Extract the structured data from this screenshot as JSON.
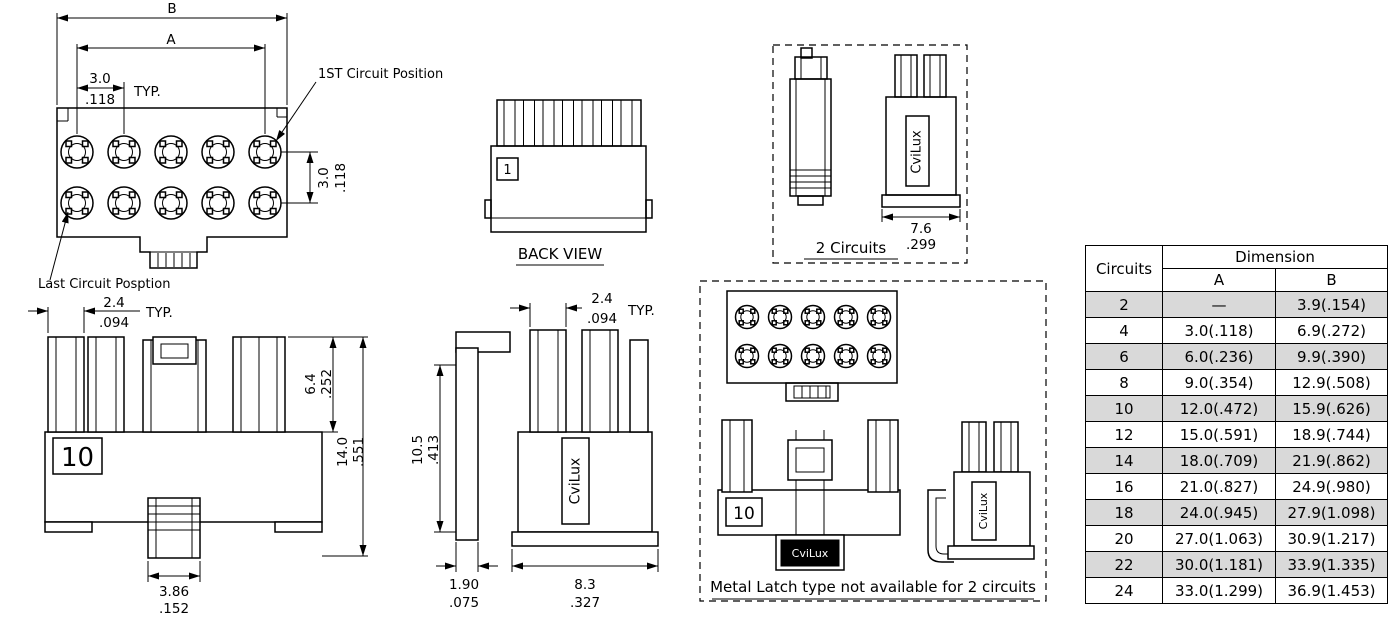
{
  "brand": "CviLux",
  "front_view": {
    "dim_b_label": "B",
    "dim_a_label": "A",
    "pitch_mm": "3.0",
    "pitch_in": ".118",
    "typ_label": "TYP.",
    "row_pitch_mm": "3.0",
    "row_pitch_in": ".118",
    "first_circuit_label": "1ST Circuit Position",
    "last_circuit_label": "Last Circuit Posption"
  },
  "back_view": {
    "title": "BACK VIEW",
    "position_one": "1"
  },
  "two_circuits_view": {
    "caption": "2 Circuits",
    "width_mm": "7.6",
    "width_in": ".299"
  },
  "side_view_a": {
    "slot_mm": "2.4",
    "slot_in": ".094",
    "typ_label": "TYP.",
    "channel_height_mm": "6.4",
    "channel_height_in": ".252",
    "total_height_mm": "14.0",
    "total_height_in": ".551",
    "latch_width_mm": "3.86",
    "latch_width_in": ".152",
    "position_label": "10"
  },
  "side_view_b": {
    "slot_mm": "2.4",
    "slot_in": ".094",
    "typ_label": "TYP.",
    "height_mm": "10.5",
    "height_in": ".413",
    "latch_mm": "1.90",
    "latch_in": ".075",
    "depth_mm": "8.3",
    "depth_in": ".327"
  },
  "metal_latch_view": {
    "caption": "Metal Latch type not available for 2 circuits",
    "position_label": "10"
  },
  "dimension_table": {
    "header_circuits": "Circuits",
    "header_dimension": "Dimension",
    "header_a": "A",
    "header_b": "B",
    "rows": [
      {
        "circuits": "2",
        "a": "—",
        "b": "3.9(.154)"
      },
      {
        "circuits": "4",
        "a": "3.0(.118)",
        "b": "6.9(.272)"
      },
      {
        "circuits": "6",
        "a": "6.0(.236)",
        "b": "9.9(.390)"
      },
      {
        "circuits": "8",
        "a": "9.0(.354)",
        "b": "12.9(.508)"
      },
      {
        "circuits": "10",
        "a": "12.0(.472)",
        "b": "15.9(.626)"
      },
      {
        "circuits": "12",
        "a": "15.0(.591)",
        "b": "18.9(.744)"
      },
      {
        "circuits": "14",
        "a": "18.0(.709)",
        "b": "21.9(.862)"
      },
      {
        "circuits": "16",
        "a": "21.0(.827)",
        "b": "24.9(.980)"
      },
      {
        "circuits": "18",
        "a": "24.0(.945)",
        "b": "27.9(1.098)"
      },
      {
        "circuits": "20",
        "a": "27.0(1.063)",
        "b": "30.9(1.217)"
      },
      {
        "circuits": "22",
        "a": "30.0(1.181)",
        "b": "33.9(1.335)"
      },
      {
        "circuits": "24",
        "a": "33.0(1.299)",
        "b": "36.9(1.453)"
      }
    ]
  }
}
